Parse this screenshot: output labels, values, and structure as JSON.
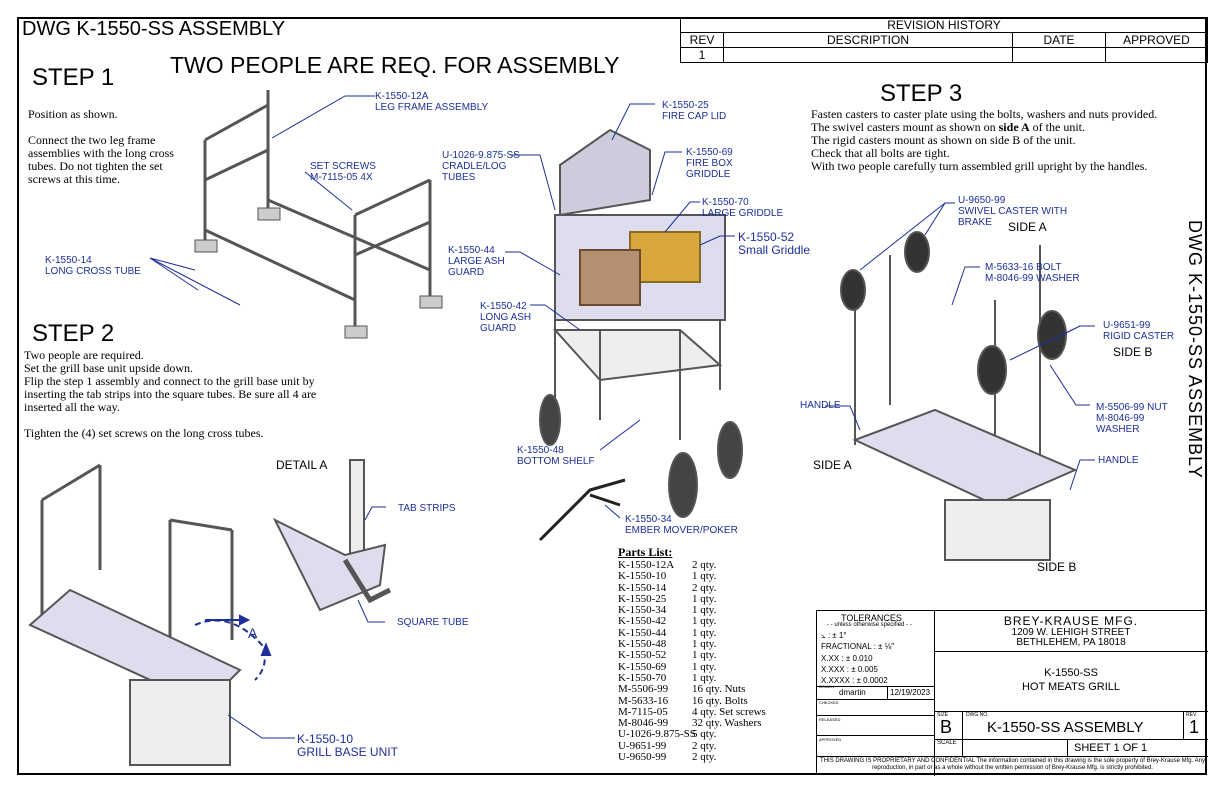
{
  "sheet_title": "DWG K-1550-SS ASSEMBLY",
  "banner": "TWO PEOPLE ARE REQ. FOR ASSEMBLY",
  "step1": {
    "heading": "STEP 1",
    "p1": "Position as shown.",
    "p2a": "Connect the two leg frame",
    "p2b": "assemblies with the long cross",
    "p2c": "tubes. Do not tighten the set",
    "p2d": "screws at this time."
  },
  "step2": {
    "heading": "STEP 2",
    "l1": "Two people are required.",
    "l2": "Set the grill base unit upside down.",
    "l3": "Flip the step 1 assembly and connect to the grill base unit by",
    "l4": "inserting the tab strips into the square tubes. Be sure all 4 are",
    "l5": "inserted all the way.",
    "l6": "Tighten the (4) set screws on the long cross tubes."
  },
  "step3": {
    "heading": "STEP 3",
    "l1": "Fasten casters to caster plate using the bolts, washers and nuts provided.",
    "l2a": "The swivel casters mount as shown on ",
    "l2b": "side A",
    "l2c": " of the unit.",
    "l3": "The rigid casters mount as shown on side B of the unit.",
    "l4": "Check that all bolts are tight.",
    "l5": "With two people carefully turn assembled grill upright by the handles."
  },
  "callouts": {
    "leg_frame_pn": "K-1550-12A",
    "leg_frame_name": "LEG FRAME ASSEMBLY",
    "set_screws_a": "SET SCREWS",
    "set_screws_b": "M-7115-05 4X",
    "cross_tube_pn": "K-1550-14",
    "cross_tube_name": "LONG CROSS TUBE",
    "fire_cap_pn": "K-1550-25",
    "fire_cap_name": "FIRE CAP LID",
    "cradle_pn": "U-1026-9.875-SS",
    "cradle_a": "CRADLE/LOG",
    "cradle_b": "TUBES",
    "firebox_pn": "K-1550-69",
    "firebox_a": "FIRE BOX",
    "firebox_b": "GRIDDLE",
    "large_griddle_pn": "K-1550-70",
    "large_griddle_name": "LARGE GRIDDLE",
    "small_griddle_pn": "K-1550-52",
    "small_griddle_name": "Small Griddle",
    "large_ash_pn": "K-1550-44",
    "large_ash_a": "LARGE ASH",
    "large_ash_b": "GUARD",
    "long_ash_pn": "K-1550-42",
    "long_ash_a": "LONG ASH",
    "long_ash_b": "GUARD",
    "bottom_shelf_pn": "K-1550-48",
    "bottom_shelf_name": "BOTTOM SHELF",
    "ember_pn": "K-1550-34",
    "ember_name": "EMBER MOVER/POKER",
    "detail_a": "DETAIL  A",
    "tab_strips": "TAB STRIPS",
    "square_tube": "SQUARE TUBE",
    "base_pn": "K-1550-10",
    "base_name": "GRILL BASE UNIT",
    "view_a": "A",
    "swivel_pn": "U-9650-99",
    "swivel_a": "SWIVEL CASTER WITH",
    "swivel_b": "BRAKE",
    "side_a_top": "SIDE A",
    "bolt_a": "M-5633-16 BOLT",
    "bolt_b": "M-8046-99 WASHER",
    "rigid_pn": "U-9651-99",
    "rigid_name": "RIGID CASTER",
    "side_b_right": "SIDE B",
    "handle_left": "HANDLE",
    "handle_right": "HANDLE",
    "side_a_left": "SIDE A",
    "nut_a": "M-5506-99 NUT",
    "nut_b": "M-8046-99",
    "nut_c": "WASHER",
    "side_b_bottom": "SIDE B"
  },
  "revision": {
    "title": "REVISION HISTORY",
    "cols": [
      "REV",
      "DESCRIPTION",
      "DATE",
      "APPROVED"
    ],
    "row": [
      "1",
      "",
      "",
      ""
    ]
  },
  "parts": {
    "title": "Parts List:",
    "rows": [
      {
        "pn": "K-1550-12A",
        "qty": "2 qty."
      },
      {
        "pn": "K-1550-10",
        "qty": "1 qty."
      },
      {
        "pn": "K-1550-14",
        "qty": "2 qty."
      },
      {
        "pn": "K-1550-25",
        "qty": "1 qty."
      },
      {
        "pn": "K-1550-34",
        "qty": "1 qty."
      },
      {
        "pn": "K-1550-42",
        "qty": "1 qty."
      },
      {
        "pn": "K-1550-44",
        "qty": "1 qty."
      },
      {
        "pn": "K-1550-48",
        "qty": "1 qty."
      },
      {
        "pn": "K-1550-52",
        "qty": "1 qty."
      },
      {
        "pn": "K-1550-69",
        "qty": "1 qty."
      },
      {
        "pn": "K-1550-70",
        "qty": "1 qty."
      },
      {
        "pn": "M-5506-99",
        "qty": "16 qty. Nuts"
      },
      {
        "pn": "M-5633-16",
        "qty": "16 qty. Bolts"
      },
      {
        "pn": "M-7115-05",
        "qty": "4 qty. Set screws"
      },
      {
        "pn": "M-8046-99",
        "qty": "32 qty. Washers"
      },
      {
        "pn": "U-1026-9.875-SS",
        "qty": "5 qty."
      },
      {
        "pn": "U-9651-99",
        "qty": "2 qty."
      },
      {
        "pn": "U-9650-99",
        "qty": "2 qty."
      }
    ]
  },
  "title_block": {
    "tolerances": "TOLERANCES",
    "tol_note": "- - unless otherwise specified - -",
    "angular": "⦣ : ± 1°",
    "fractional": "FRACTIONAL : ± ⅛\"",
    "xx": "X.XX : ± 0.010",
    "xxx": "X.XXX : ± 0.005",
    "xxxx": "X.XXXX : ± 0.0002",
    "drawn_label": "DRAWN",
    "drawn_by": "dmartin",
    "drawn_date": "12/19/2023",
    "checked_label": "CHECKED",
    "released_label": "RELEASED",
    "approved_label": "APPROVED",
    "company": "BREY-KRAUSE MFG.",
    "address1": "1209 W. LEHIGH STREET",
    "address2": "BETHLEHEM, PA  18018",
    "part_no": "K-1550-SS",
    "part_name": "HOT MEATS GRILL",
    "size_label": "SIZE",
    "size": "B",
    "dwg_no_label": "DWG NO.",
    "dwg_no": "K-1550-SS ASSEMBLY",
    "rev_label": "REV",
    "rev": "1",
    "scale_label": "SCALE",
    "sheet": "SHEET  1  OF  1",
    "notice": "THIS DRAWING IS PROPRIETARY AND CONFIDENTIAL The information contained in this drawing is the sole property of Brey-Krause Mfg. Any reproduction, in part or as a whole without the written permission of Brey-Krause Mfg. is strictly prohibited."
  },
  "vertical_title": "DWG  K-1550-SS  ASSEMBLY"
}
